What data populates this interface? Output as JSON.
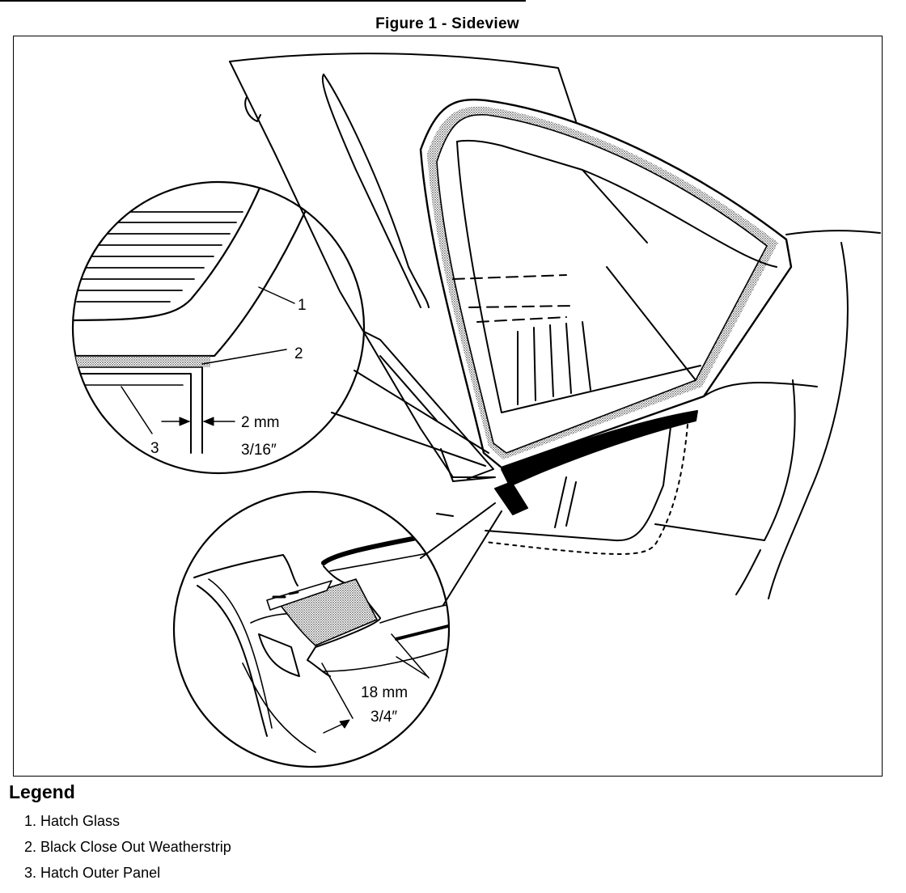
{
  "figure": {
    "title": "Figure 1 - Sideview"
  },
  "callouts": {
    "n1": "1",
    "n2": "2",
    "n3": "3",
    "gap_mm": "2 mm",
    "gap_in": "3/16″",
    "strip_mm": "18 mm",
    "strip_in": "3/4″"
  },
  "legend": {
    "title": "Legend",
    "items": [
      "1. Hatch Glass",
      "2. Black Close Out Weatherstrip",
      "3. Hatch Outer Panel"
    ]
  },
  "colors": {
    "ink": "#000000",
    "paper": "#ffffff",
    "stipple": "#8a8a8a"
  }
}
